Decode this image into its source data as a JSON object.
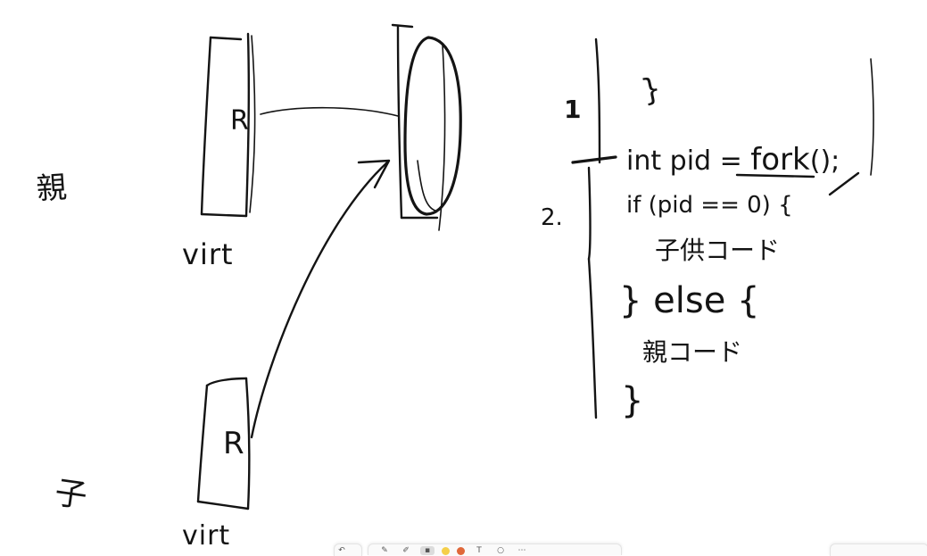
{
  "canvas": {
    "background": "#ffffff",
    "ink_color": "#141414"
  },
  "notes": {
    "left_label_1": "親",
    "left_label_2": "子",
    "virt_top": "virt",
    "virt_bottom": "virt",
    "frame_top_letter": "R",
    "frame_bottom_letter": "R",
    "step_1": "1",
    "step_2": "2.",
    "brace_top": "}",
    "code_line_1a": "int pid = ",
    "code_line_1b": "fork",
    "code_line_1c": "();",
    "code_line_2": "if (pid == 0) {",
    "code_line_3": "子供コード",
    "code_line_4": "} else {",
    "code_line_5": "親コード",
    "code_line_6": "}"
  },
  "toolbar": {
    "tools": [
      "undo-icon",
      "pen-icon",
      "marker-icon",
      "eraser-icon",
      "yellow-color",
      "red-color",
      "text-icon",
      "shape-icon",
      "more-icon"
    ],
    "colors": {
      "yellow": "#f5cf4a",
      "red": "#e0683a",
      "accent": "#c0392b"
    }
  }
}
